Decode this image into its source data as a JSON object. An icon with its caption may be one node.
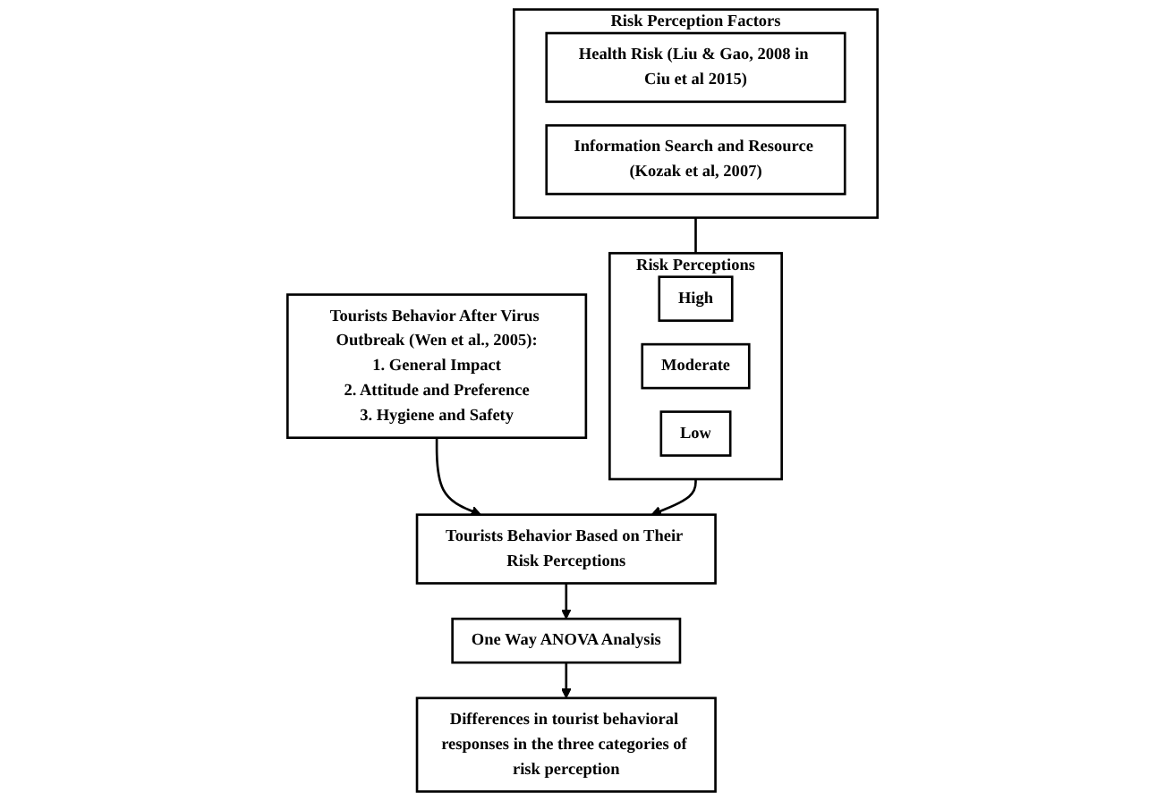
{
  "diagram": {
    "nodes": [
      {
        "text": [
          "Risk Perception Factors"
        ]
      },
      {
        "text": [
          "Health Risk (Liu & Gao, 2008 in Ciu et al 2015)"
        ],
        "in": 0
      },
      {
        "text": [
          "Information Search and Resource (Kozak et al, 2007)"
        ],
        "in": 0
      },
      {
        "text": [
          "Risk Perceptions"
        ]
      },
      {
        "text": [
          "High"
        ],
        "in": 3
      },
      {
        "text": [
          "Moderate"
        ],
        "in": 3
      },
      {
        "text": [
          "Low"
        ],
        "in": 3
      },
      {
        "text": [
          "Tourists Behavior After Virus Outbreak (Wen et al., 2005):",
          "1. General Impact",
          "2. Attitude and Preference",
          "3. Hygiene and Safety"
        ]
      },
      {
        "text": [
          "Tourists Behavior Based on Their Risk Perceptions"
        ]
      },
      {
        "text": [
          "One Way ANOVA Analysis"
        ]
      },
      {
        "text": [
          "Differences in tourist behavioral responses in the three categories of risk perception"
        ]
      }
    ],
    "edges": [
      {
        "from": 0,
        "to": 3,
        "arrow": "none"
      },
      {
        "from": 3,
        "to": 8,
        "arrow": "to"
      },
      {
        "from": 7,
        "to": 8,
        "arrow": "to"
      },
      {
        "from": 8,
        "to": 9,
        "arrow": "to"
      },
      {
        "from": 9,
        "to": 10,
        "arrow": "to"
      }
    ]
  }
}
